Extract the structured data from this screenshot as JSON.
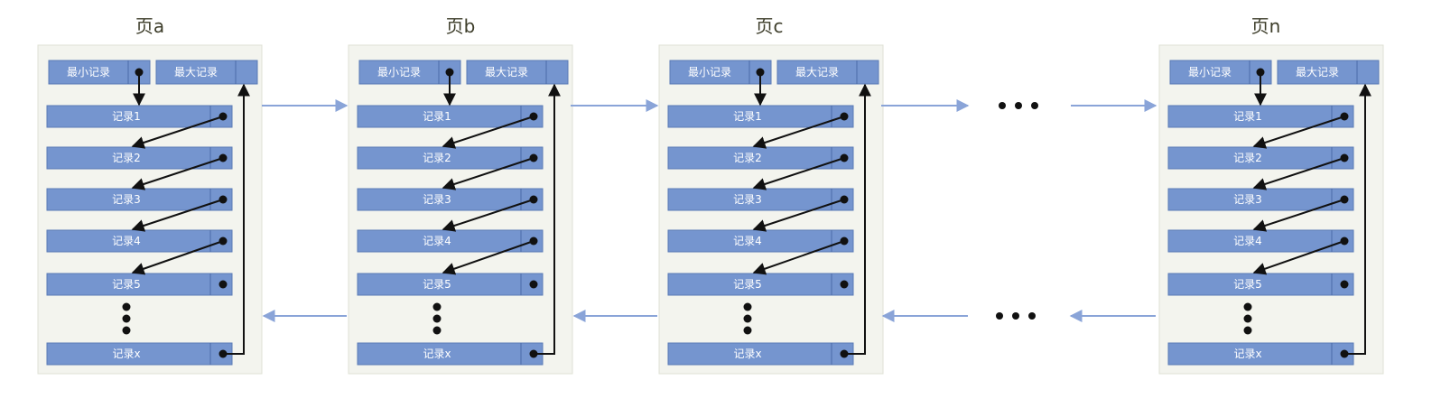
{
  "diagram": {
    "pages": [
      {
        "title": "页a"
      },
      {
        "title": "页b"
      },
      {
        "title": "页c"
      },
      {
        "title": "页n"
      }
    ],
    "min_record_label": "最小记录",
    "max_record_label": "最大记录",
    "records": [
      "记录1",
      "记录2",
      "记录3",
      "记录4",
      "记录5"
    ],
    "last_record_label": "记录x",
    "colors": {
      "record_box": "#7595cf",
      "page_frame": "#f3f4ee",
      "link_arrow": "#8aa4d8",
      "pointer": "#111111"
    }
  }
}
